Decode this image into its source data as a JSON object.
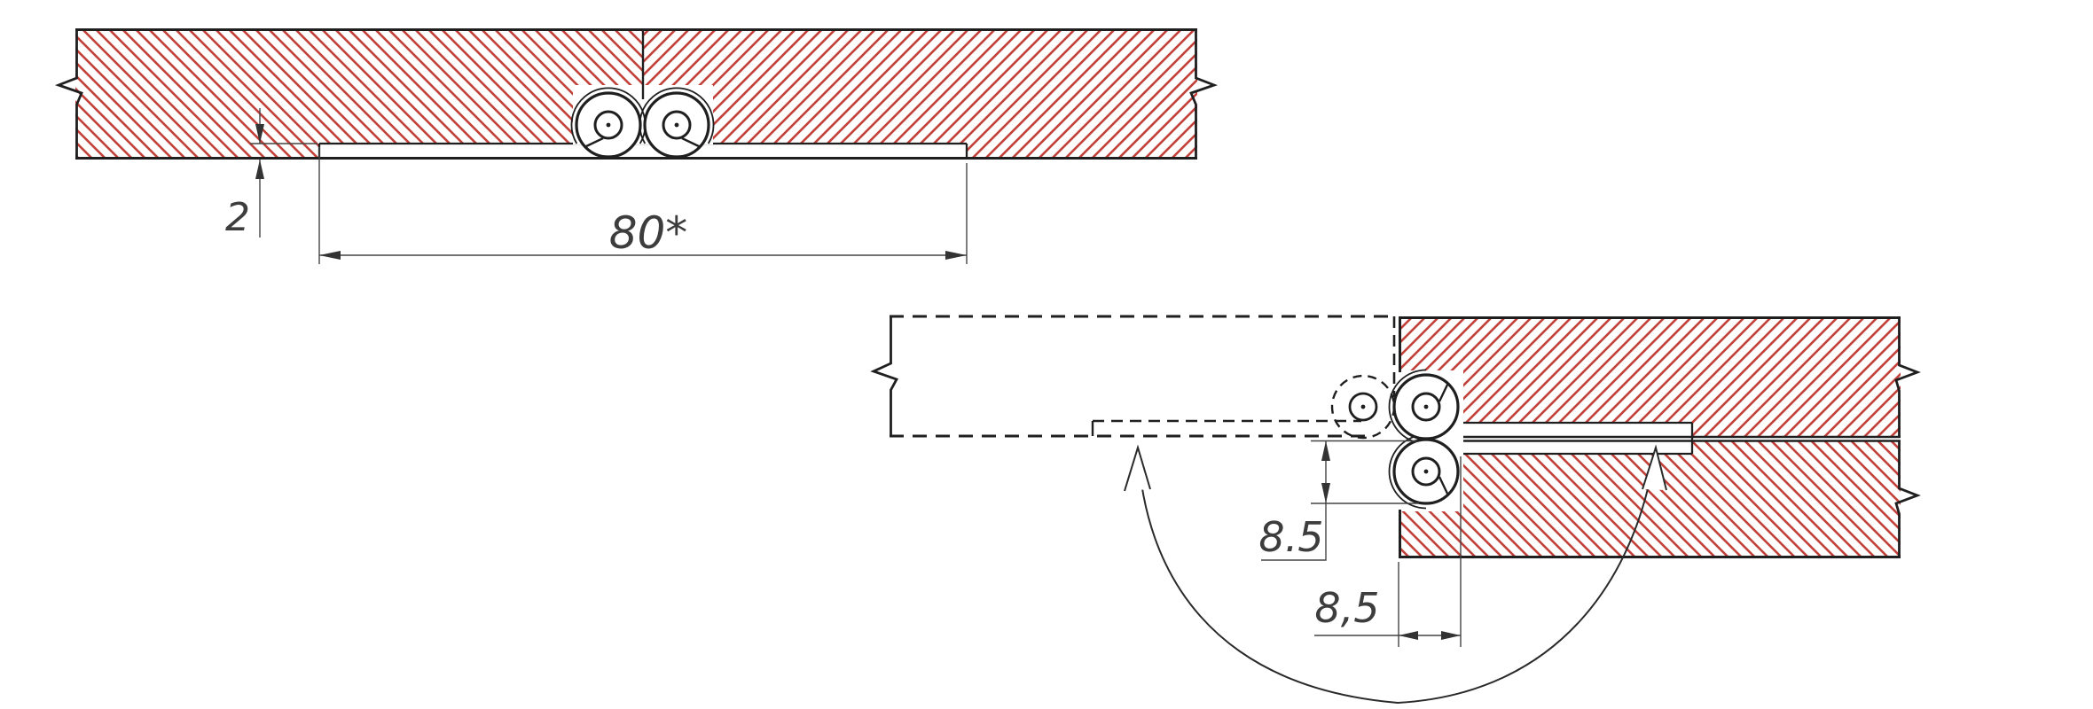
{
  "views": {
    "flat": {
      "dim_recess_depth": "2",
      "dim_hinge_width": "80*"
    },
    "folded": {
      "dim_knuckle_projection": "8.5",
      "dim_knuckle_offset": "8,5"
    }
  },
  "colors": {
    "hatch_red": "#c2413a",
    "line_dark": "#1f1f1f",
    "dim_gray": "#3d3d3d"
  }
}
